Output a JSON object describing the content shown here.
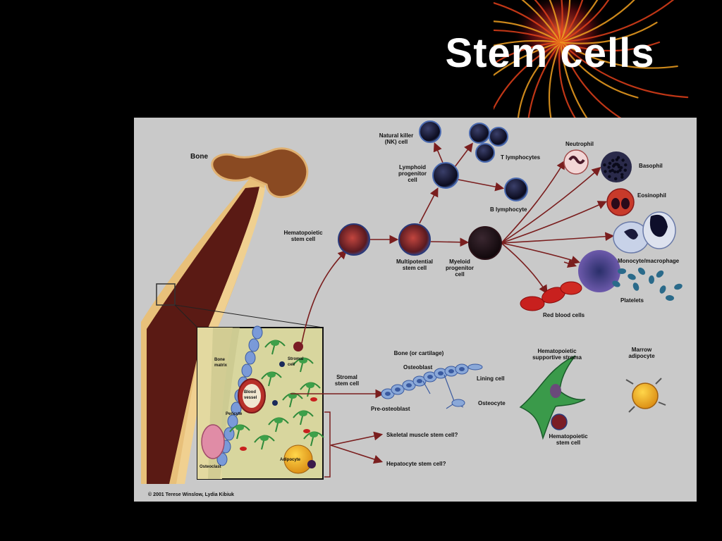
{
  "slide": {
    "title": "Stem cells"
  },
  "figure": {
    "labels": {
      "bone": "Bone",
      "hsc": [
        "Hematopoietic",
        "stem cell"
      ],
      "multipotential": [
        "Multipotential",
        "stem cell"
      ],
      "lymphoid": [
        "Lymphoid",
        "progenitor",
        "cell"
      ],
      "myeloid": [
        "Myeloid",
        "progenitor",
        "cell"
      ],
      "nk": [
        "Natural killer",
        "(NK) cell"
      ],
      "t_lymph": "T lymphocytes",
      "b_lymph": "B lymphocyte",
      "neutrophil": "Neutrophil",
      "basophil": "Basophil",
      "eosinophil": "Eosinophil",
      "monocyte": "Monocyte/macrophage",
      "platelets": "Platelets",
      "rbc": "Red blood cells",
      "bone_matrix": [
        "Bone",
        "matrix"
      ],
      "stromal_cell": [
        "Stromal",
        "cell"
      ],
      "blood_vessel": [
        "Blood",
        "vessel"
      ],
      "pericyte": "Pericyte",
      "osteoclast": "Osteoclast",
      "adipocyte": "Adipocyte",
      "stromal_stem": [
        "Stromal",
        "stem cell"
      ],
      "bone_cartilage": "Bone (or cartilage)",
      "osteoblast": "Osteoblast",
      "lining_cell": "Lining cell",
      "pre_osteoblast": "Pre-osteoblast",
      "osteocyte": "Osteocyte",
      "supportive_stroma": [
        "Hematopoietic",
        "supportive stroma"
      ],
      "marrow_adipocyte": [
        "Marrow",
        "adipocyte"
      ],
      "hsc2": [
        "Hematopoietic",
        "stem cell"
      ],
      "skeletal": "Skeletal muscle stem cell?",
      "hepatocyte": "Hepatocyte stem cell?",
      "copyright": "© 2001 Terese Winslow, Lydia Kibiuk"
    }
  }
}
